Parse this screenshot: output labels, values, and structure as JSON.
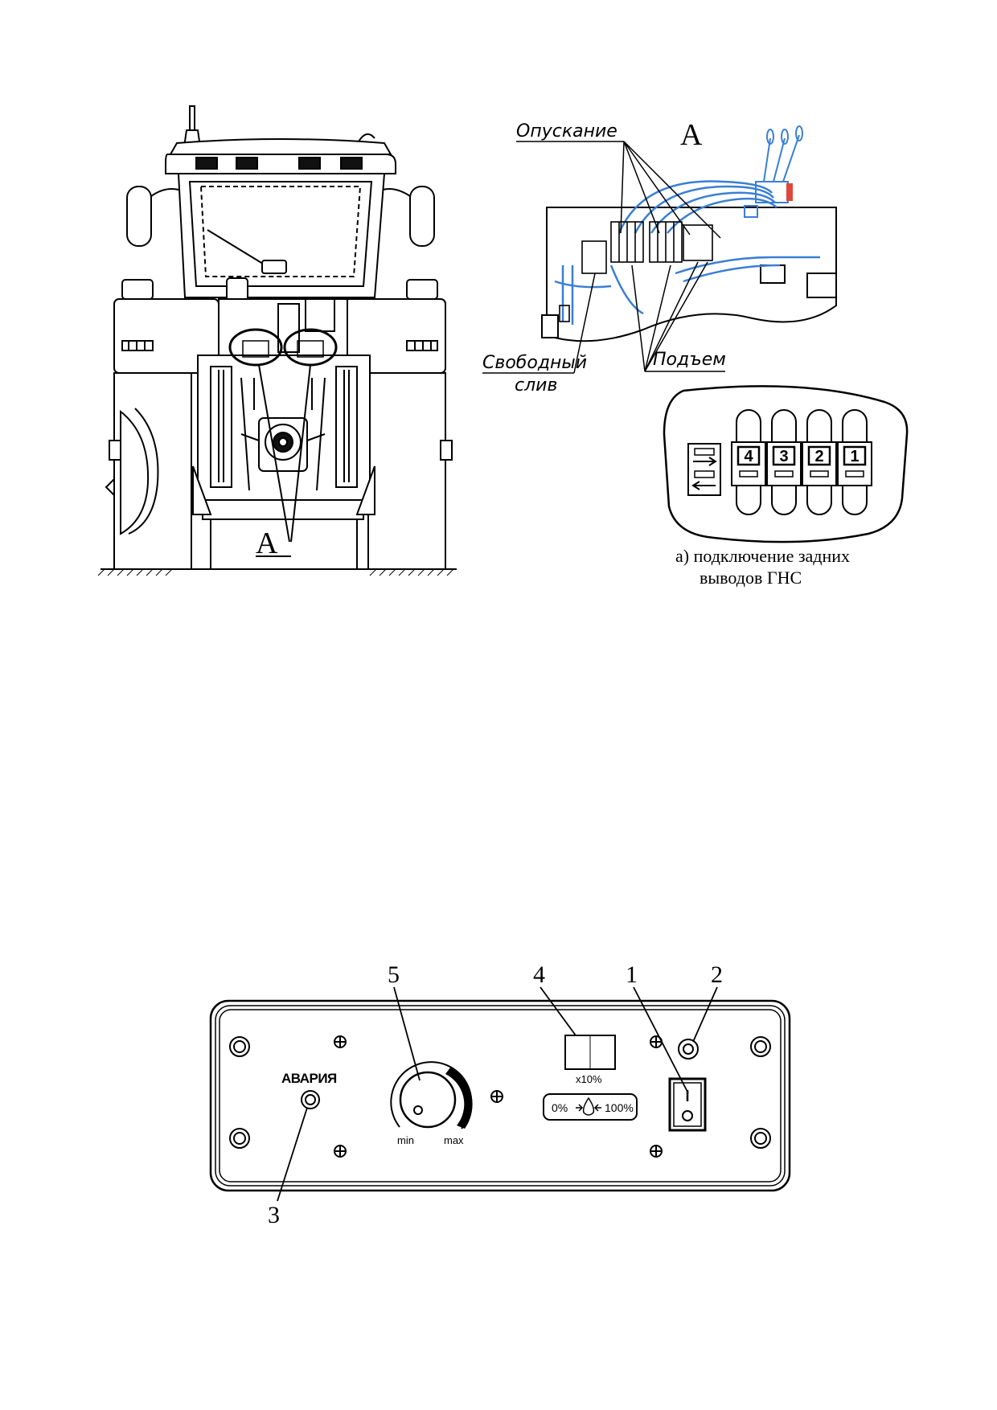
{
  "figure_top": {
    "callout_A_tractor": "A",
    "callout_A_detail": "A",
    "label_lowering": "Опускание",
    "label_free_drain": "Свободный",
    "label_free_drain_2": "слив",
    "label_lift": "Подъем",
    "lever_numbers": [
      "4",
      "3",
      "2",
      "1"
    ],
    "caption_line1": "а) подключение задних",
    "caption_line2": "выводов ГНС",
    "accent_color": "#3a7fd5",
    "highlight_color": "#e0463c"
  },
  "figure_bottom": {
    "callouts": [
      "5",
      "4",
      "1",
      "2",
      "3"
    ],
    "alarm_label": "АВАРИЯ",
    "knob_min": "min",
    "knob_max": "max",
    "display_unit": "x10%",
    "gauge_left": "0%",
    "gauge_right": "100%",
    "switch_on": "I",
    "switch_off": "O"
  }
}
